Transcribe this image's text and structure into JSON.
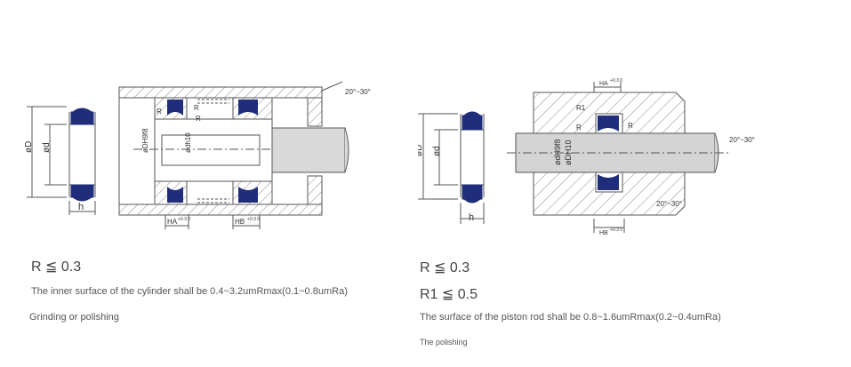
{
  "colors": {
    "seal": "#1f2d7a",
    "outline": "#555555",
    "hatch": "#777777",
    "text": "#555555"
  },
  "left": {
    "labels": {
      "phi_D": "øD",
      "phi_d": "ød",
      "h": "h",
      "phi_DH9f8": "øDH9f8",
      "phi_dh10": "ødh10",
      "R1": "R",
      "R2": "R",
      "R3": "R",
      "angle": "20°~30°",
      "HA": "HA",
      "HA_tol": "+0.3 0",
      "HB": "HB",
      "HB_tol": "+0.3 0"
    },
    "caption_r": "R ≦ 0.3",
    "caption_surface": "The inner surface of the cylinder shall be 0.4~3.2umRmax(0.1~0.8umRa)",
    "caption_finish": "Grinding or polishing"
  },
  "right": {
    "labels": {
      "phi_D": "øD",
      "phi_d": "ød",
      "h": "h",
      "phi_dH9f8": "ødH9f8",
      "phi_DH10": "øDH10",
      "R1": "R1",
      "R": "R",
      "R_b": "R",
      "angle_top": "20°~30°",
      "angle_bottom": "20°~30°",
      "HA": "HA",
      "HA_tol": "+0.3 0",
      "HB": "HB",
      "HB_tol": "+0.3 0"
    },
    "caption_r": "R ≦ 0.3",
    "caption_r1": "R1 ≦ 0.5",
    "caption_surface": "The surface of the piston rod shall be 0.8~1.6umRmax(0.2~0.4umRa)",
    "caption_finish": "The polishing"
  }
}
